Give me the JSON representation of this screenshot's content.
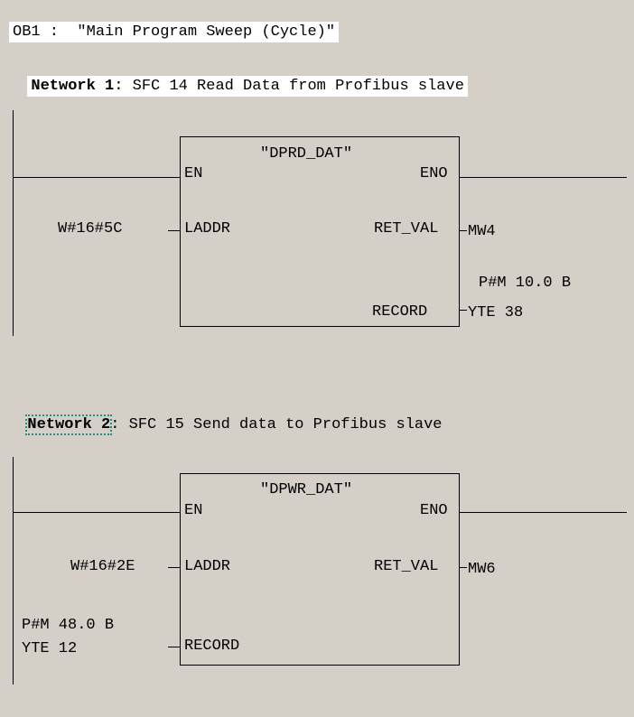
{
  "block_title": "OB1 :  \"Main Program Sweep (Cycle)\"",
  "networks": [
    {
      "label": "Network 1",
      "sep": ":",
      "comment": " SFC 14 Read Data from Profibus slave",
      "block_name": "\"DPRD_DAT\"",
      "en": "EN",
      "eno": "ENO",
      "laddr_pin": "LADDR",
      "laddr_value": "W#16#5C",
      "retval_pin": "RET_VAL",
      "retval_value": "MW4",
      "record_pin": "RECORD",
      "record_value_line1": "P#M 10.0 B",
      "record_value_line2": "YTE 38"
    },
    {
      "label": "Network 2",
      "sep": ":",
      "comment": " SFC 15 Send data to Profibus slave",
      "block_name": "\"DPWR_DAT\"",
      "en": "EN",
      "eno": "ENO",
      "laddr_pin": "LADDR",
      "laddr_value": "W#16#2E",
      "retval_pin": "RET_VAL",
      "retval_value": "MW6",
      "record_pin": "RECORD",
      "record_value_line1": "P#M 48.0 B",
      "record_value_line2": "YTE 12"
    }
  ]
}
